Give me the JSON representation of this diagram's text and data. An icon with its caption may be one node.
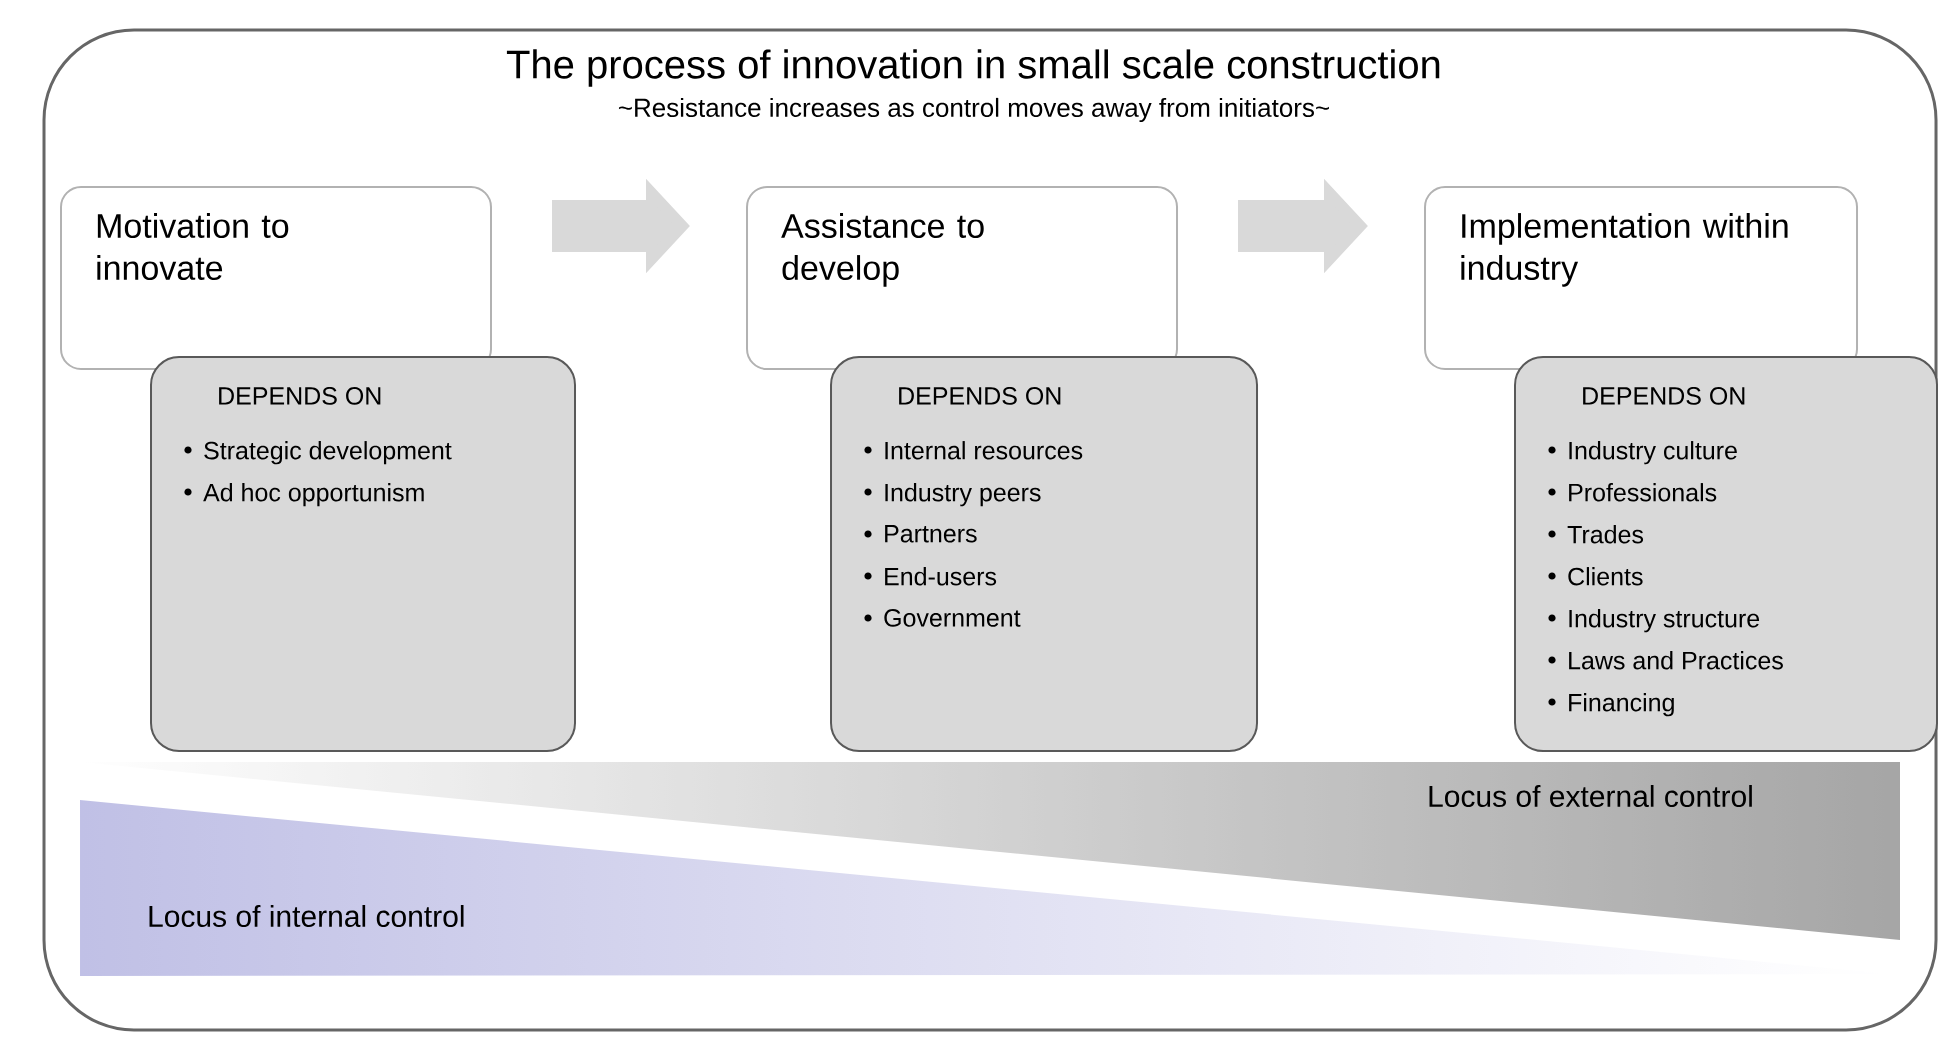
{
  "diagram": {
    "title": "The process of innovation in small scale construction",
    "nodes": [
      {
        "text": [
          "Motivation to innovate"
        ]
      },
      {
        "text": [
          "DEPENDS ON",
          "Strategic development",
          "Ad hoc opportunism"
        ]
      },
      {
        "text": [
          "Assistance to develop"
        ]
      },
      {
        "text": [
          "DEPENDS ON",
          "Internal resources",
          "Industry peers",
          "Partners",
          "End-users",
          "Government"
        ]
      },
      {
        "text": [
          "Implementation within industry"
        ]
      },
      {
        "text": [
          "DEPENDS ON",
          "Industry culture",
          "Professionals",
          "Trades",
          "Clients",
          "Industry structure",
          "Laws and Practices",
          "Financing"
        ]
      }
    ],
    "edges": [
      {
        "from": 0,
        "to": 2,
        "arrow": "to"
      },
      {
        "from": 2,
        "to": 4,
        "arrow": "to"
      }
    ],
    "labels": [
      "~Resistance increases as control moves away from initiators~",
      "Locus of external control",
      "Locus of internal control"
    ]
  }
}
